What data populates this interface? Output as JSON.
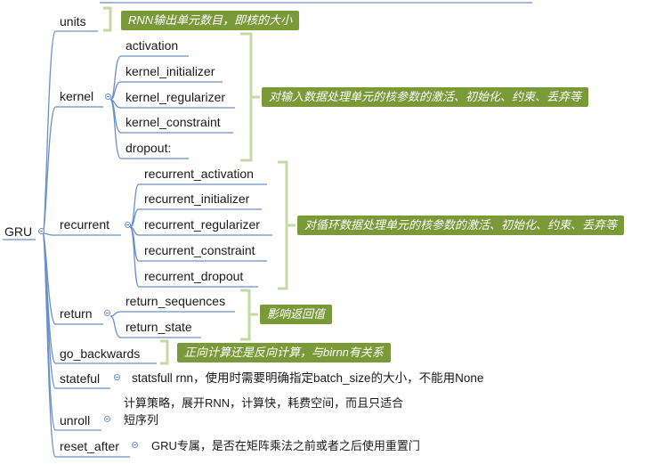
{
  "root": {
    "label": "GRU"
  },
  "branches": [
    {
      "label": "units",
      "callout": "RNN输出单元数目，即核的大小"
    },
    {
      "label": "kernel",
      "children": [
        "activation",
        "kernel_initializer",
        "kernel_regularizer",
        "kernel_constraint",
        "dropout:"
      ],
      "callout": "对输入数据处理单元的核参数的激活、初始化、约束、丢弃等"
    },
    {
      "label": "recurrent",
      "children": [
        "recurrent_activation",
        "recurrent_initializer",
        "recurrent_regularizer",
        "recurrent_constraint",
        "recurrent_dropout"
      ],
      "callout": "对循环数据处理单元的核参数的激活、初始化、约束、丢弃等"
    },
    {
      "label": "return",
      "children": [
        "return_sequences",
        "return_state"
      ],
      "callout": "影响返回值"
    },
    {
      "label": "go_backwards",
      "callout": "正向计算还是反向计算，与birnn有关系"
    },
    {
      "label": "stateful",
      "note": "statsfull rnn，使用时需要明确指定batch_size的大小，不能用None"
    },
    {
      "label": "unroll",
      "note_lines": [
        "计算策略，展开RNN，计算快，耗费空间，而且只适合",
        "短序列"
      ]
    },
    {
      "label": "reset_after",
      "note": "GRU专属，是否在矩阵乘法之前或者之后使用重置门"
    }
  ],
  "colors": {
    "line": "#6b8fc7",
    "bracket": "#c6d9a4",
    "callout": "#7a9a3a"
  }
}
